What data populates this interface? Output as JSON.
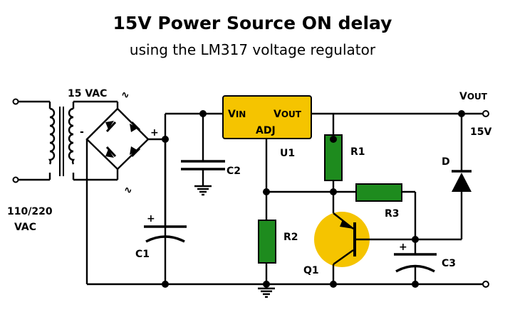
{
  "title": "15V Power Source ON delay",
  "subtitle": "using the LM317 voltage regulator",
  "colors": {
    "regulator_fill": "#F5C400",
    "resistor_fill": "#1E8B1E",
    "transistor_fill": "#F5C400",
    "wire": "#000000"
  },
  "labels": {
    "transformer_secondary": "15 VAC",
    "ac_symbol": "∿",
    "mains_line1": "110/220",
    "mains_line2": "VAC",
    "bridge_minus": "-",
    "bridge_plus": "+",
    "vin_main": "V",
    "vin_sub": "IN",
    "vout_reg_main": "V",
    "vout_reg_sub": "OUT",
    "adj": "ADJ",
    "u1": "U1",
    "c2": "C2",
    "c1": "C1",
    "c1_plus": "+",
    "r1": "R1",
    "r2": "R2",
    "r3": "R3",
    "q1": "Q1",
    "c3": "C3",
    "c3_plus": "+",
    "diode": "D",
    "vout_main": "V",
    "vout_sub": "OUT",
    "output_voltage": "15V"
  },
  "icons": {
    "transformer": "transformer-icon",
    "bridge": "bridge-rectifier-icon",
    "ground": "ground-icon",
    "diode": "diode-icon",
    "transistor": "pnp-transistor-icon"
  }
}
